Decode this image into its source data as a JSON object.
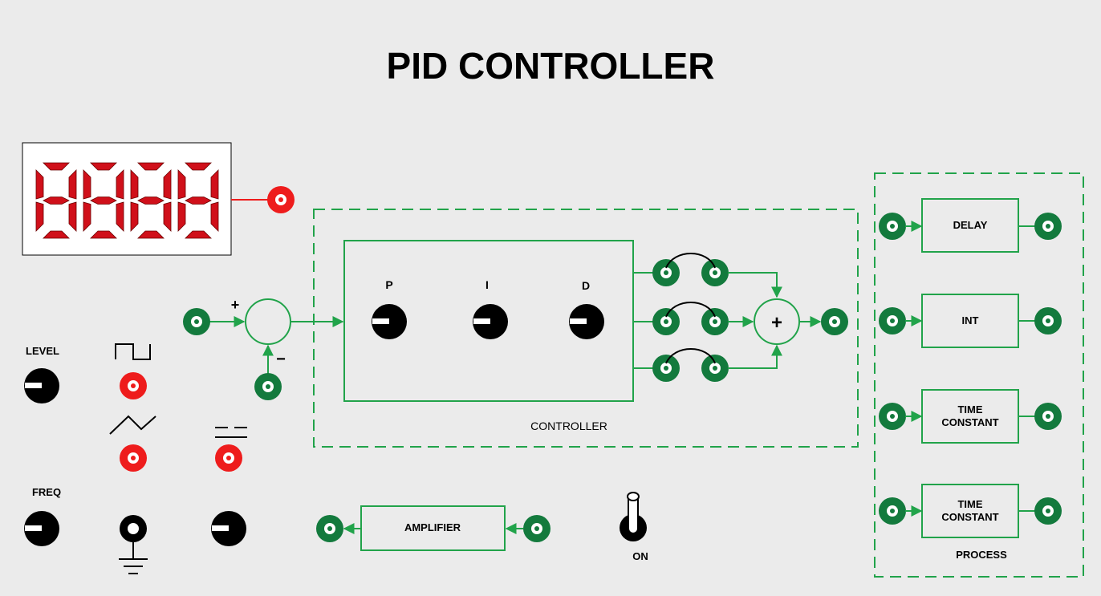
{
  "title": "PID CONTROLLER",
  "display": {
    "digits": "8888",
    "color": "#d0101a"
  },
  "labels": {
    "plus": "+",
    "minus": "−",
    "p": "P",
    "i": "I",
    "d": "D",
    "sum": "+",
    "controller": "CONTROLLER",
    "level": "LEVEL",
    "freq": "FREQ",
    "amplifier": "AMPLIFIER",
    "on": "ON",
    "delay": "DELAY",
    "int": "INT",
    "tc1_line1": "TIME",
    "tc1_line2": "CONSTANT",
    "tc2_line1": "TIME",
    "tc2_line2": "CONSTANT",
    "process": "PROCESS"
  },
  "colors": {
    "green": "#21a34a",
    "terminal_green": "#137a3d",
    "terminal_red": "#ee1c1c",
    "knob": "#000000",
    "background": "#ebebeb"
  }
}
